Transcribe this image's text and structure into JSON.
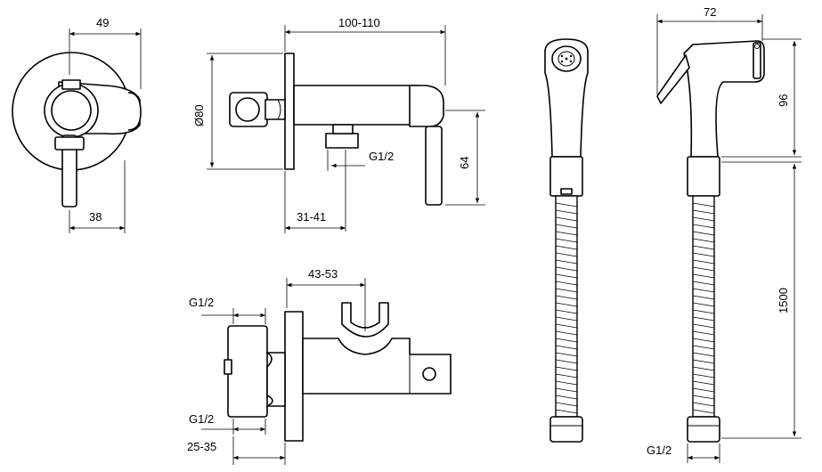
{
  "dimensions": {
    "front_width": "49",
    "front_lever": "38",
    "side_length": "100-110",
    "side_diameter": "Ø80",
    "side_thread": "G1/2",
    "side_height": "64",
    "side_offset": "31-41",
    "top_holder": "43-53",
    "top_thread_upper": "G1/2",
    "top_thread_lower": "G1/2",
    "top_depth": "25-35",
    "spray_width": "72",
    "spray_height": "96",
    "hose_length": "1500",
    "hose_thread": "G1/2"
  }
}
